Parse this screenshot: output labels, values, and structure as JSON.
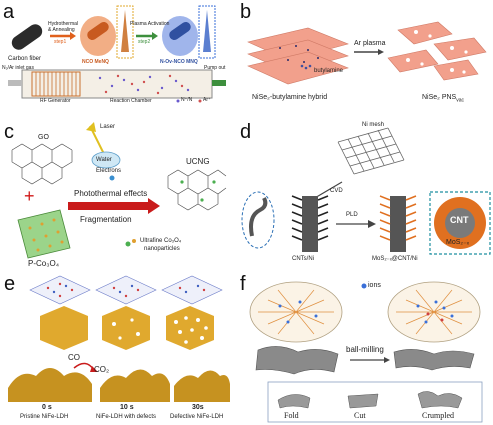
{
  "panel_a": {
    "letter": "a",
    "carbon_fiber": "Carbon fiber",
    "step1_top": "Hydrothermal",
    "step1_bottom": "& Annealing",
    "step1_tag": "step1",
    "nco": "NCO MeNQ",
    "novnco": "N-Ov-NCO MNQ",
    "plasma": "Plasma Activation",
    "step2_tag": "step2",
    "gas": "N₂/Ar inlet gas",
    "rf": "RF Generator",
    "chamber": "Reaction Chamber",
    "pump": "Pump out",
    "legend_n": "N⁺/N",
    "legend_ar": "Ar⁺"
  },
  "panel_b": {
    "letter": "b",
    "amine": "butylamine",
    "arrow": "Ar plasma",
    "left_label": "NiSe₂-butylamine hybrid",
    "right_label": "NiSe₂ PNS",
    "right_sub": "vac"
  },
  "panel_c": {
    "letter": "c",
    "go": "GO",
    "laser": "Laser",
    "water": "Water",
    "electrons": "Electrons",
    "effect1": "Photothermal effects",
    "effect2": "Fragmentation",
    "product": "UCNG",
    "precursor": "P-Co₃O₄",
    "legend1": "Ultrafine Co₃O₄",
    "legend2": "nanoparticles"
  },
  "panel_d": {
    "letter": "d",
    "mesh": "Ni mesh",
    "cvd": "CVD",
    "pld": "PLD",
    "left_label": "CNTs/Ni",
    "right_label": "MoS₂₋ₓ@CNT/Ni",
    "cnt": "CNT",
    "mos": "MoS₂₋ₓ"
  },
  "panel_e": {
    "letter": "e",
    "co": "CO",
    "co2": "CO₂",
    "time1": "0 s",
    "time2": "10 s",
    "time3": "30s",
    "label1": "Pristine NiFe-LDH",
    "label2": "NiFe-LDH with defects",
    "label3": "Defective NiFe-LDH"
  },
  "panel_f": {
    "letter": "f",
    "ions": "ions",
    "process": "ball-milling",
    "fold": "Fold",
    "cut": "Cut",
    "crumpled": "Crumpled"
  },
  "colors": {
    "gold": "#e0a92e",
    "orange_arrow": "#e0601c",
    "green_arrow": "#3d8f3d",
    "red_arrow": "#c91b1b",
    "teal": "#1f8fa0",
    "pink_sheet": "#f2a08c"
  }
}
